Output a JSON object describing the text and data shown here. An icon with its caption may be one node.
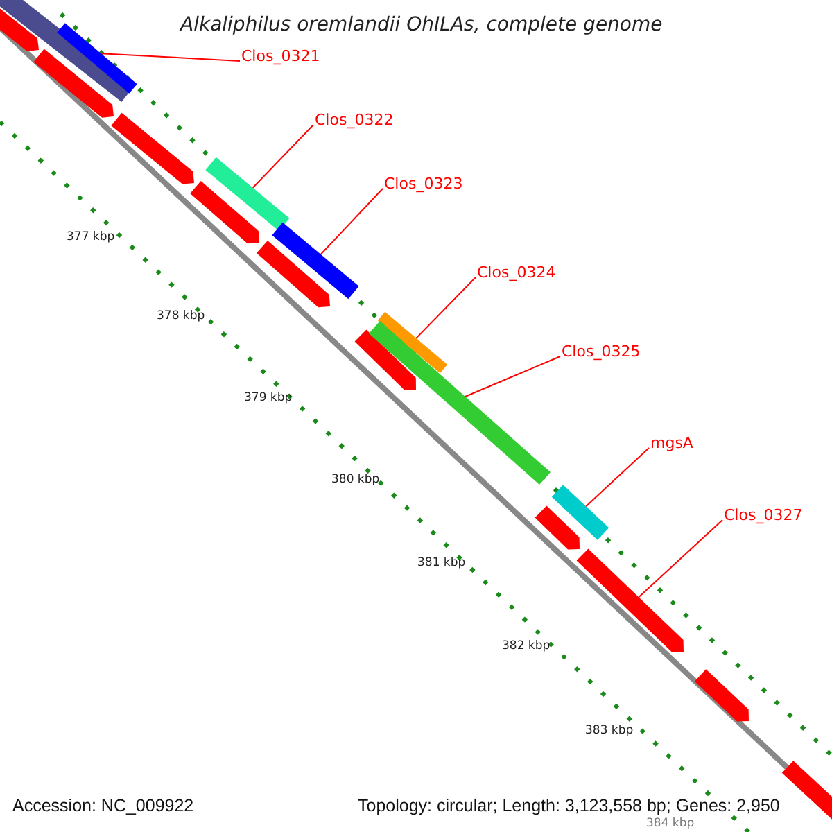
{
  "diagram": {
    "title": "Alkaliphilus oremlandii OhILAs, complete genome",
    "nodes": [
      {
        "text": [
          "Clos_0321"
        ]
      },
      {
        "text": [
          "Clos_0322"
        ]
      },
      {
        "text": [
          "Clos_0323"
        ]
      },
      {
        "text": [
          "Clos_0324"
        ]
      },
      {
        "text": [
          "Clos_0325"
        ]
      },
      {
        "text": [
          "mgsA"
        ]
      },
      {
        "text": [
          "Clos_0327"
        ]
      },
      {
        "text": [],
        "shape": "bar"
      },
      {
        "text": [],
        "shape": "bar"
      },
      {
        "text": [],
        "shape": "bar"
      },
      {
        "text": [],
        "shape": "bar"
      },
      {
        "text": [],
        "shape": "bar"
      },
      {
        "text": [],
        "shape": "bar"
      },
      {
        "text": [],
        "shape": "bar"
      }
    ],
    "edges": [
      {
        "from": 0,
        "to": 7,
        "arrow": "none"
      },
      {
        "from": 1,
        "to": 8,
        "arrow": "none"
      },
      {
        "from": 2,
        "to": 9,
        "arrow": "none"
      },
      {
        "from": 3,
        "to": 10,
        "arrow": "none"
      },
      {
        "from": 4,
        "to": 11,
        "arrow": "none"
      },
      {
        "from": 5,
        "to": 12,
        "arrow": "none"
      },
      {
        "from": 6,
        "to": 13,
        "arrow": "none"
      }
    ],
    "labels": [
      "377 kbp",
      "378 kbp",
      "379 kbp",
      "380 kbp",
      "381 kbp",
      "382 kbp",
      "383 kbp",
      "384 kbp",
      "Accession: NC_009922",
      "Topology: circular; Length: 3,123,558 bp; Genes: 2,950"
    ]
  }
}
